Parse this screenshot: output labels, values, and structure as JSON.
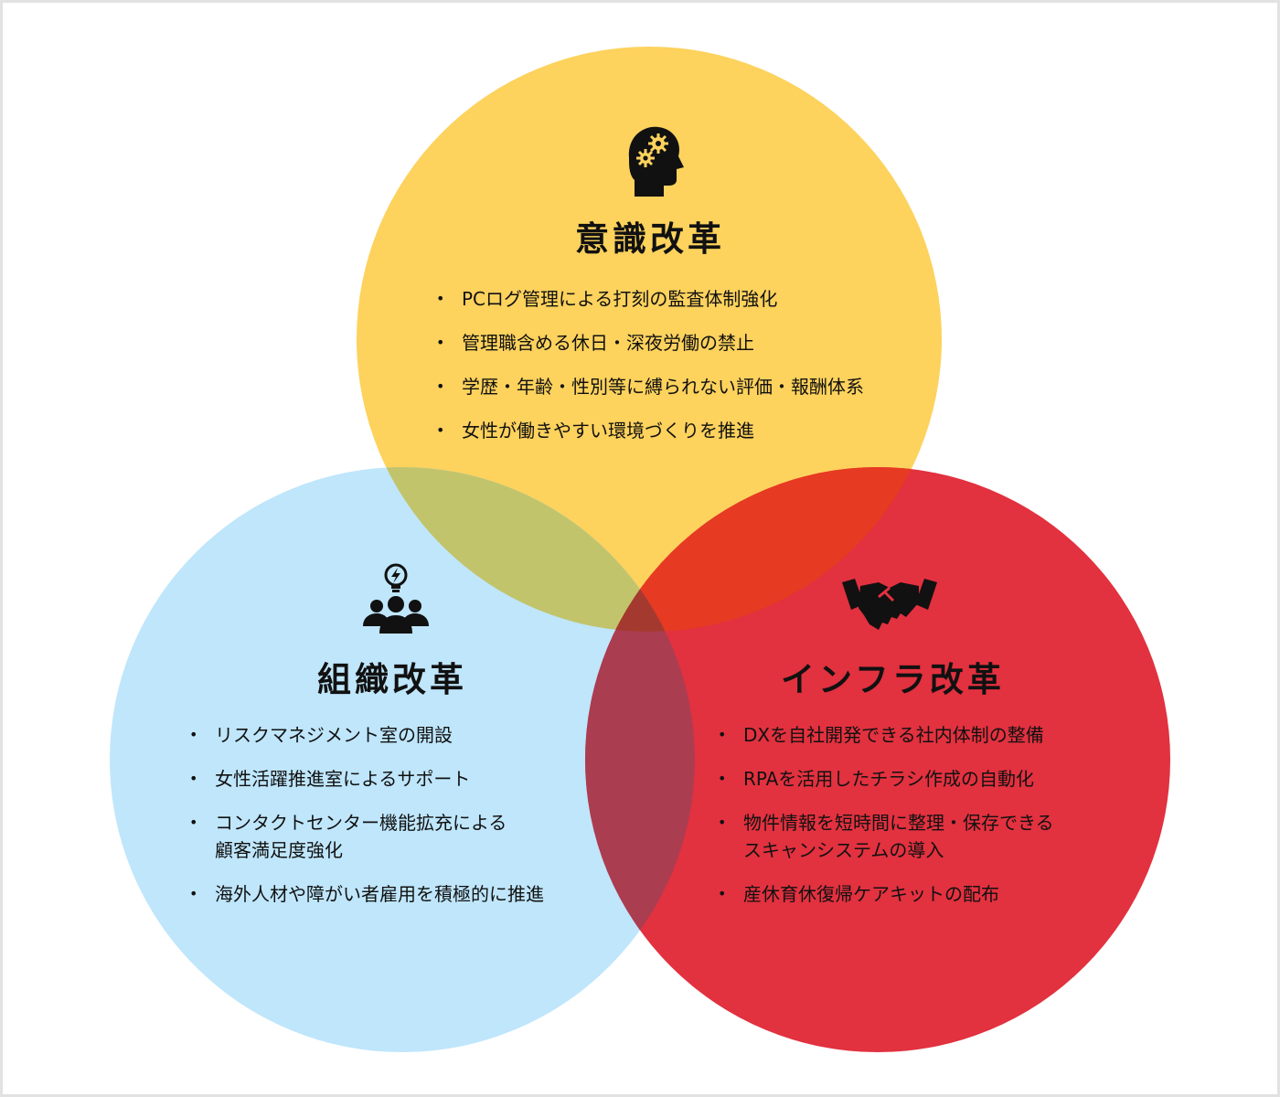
{
  "colors": {
    "background": "#ffffff",
    "border": "#e2e2e2",
    "awareness": "#fdd25d",
    "organization": "#bfe6fb",
    "infrastructure": "#e2313f",
    "overlap_awareness_org": "#c2c46c",
    "overlap_awareness_infra": "#e63a22",
    "overlap_org_infra": "#ab3d51",
    "overlap_all": "#a43a2f",
    "text": "#111111"
  },
  "awareness": {
    "icon": "head-gears-icon",
    "title": "意識改革",
    "items": [
      [
        "PCログ管理による打刻の監査体制強化"
      ],
      [
        "管理職含める休日・深夜労働の禁止"
      ],
      [
        "学歴・年齢・性別等に縛られない評価・報酬体系"
      ],
      [
        "女性が働きやすい環境づくりを推進"
      ]
    ]
  },
  "organization": {
    "icon": "team-lightbulb-icon",
    "title": "組織改革",
    "items": [
      [
        "リスクマネジメント室の開設"
      ],
      [
        "女性活躍推進室によるサポート"
      ],
      [
        "コンタクトセンター機能拡充による",
        "顧客満足度強化"
      ],
      [
        "海外人材や障がい者雇用を積極的に推進"
      ]
    ]
  },
  "infrastructure": {
    "icon": "handshake-icon",
    "title": "インフラ改革",
    "items": [
      [
        "DXを自社開発できる社内体制の整備"
      ],
      [
        "RPAを活用したチラシ作成の自動化"
      ],
      [
        "物件情報を短時間に整理・保存できる",
        "スキャンシステムの導入"
      ],
      [
        "産休育休復帰ケアキットの配布"
      ]
    ]
  }
}
